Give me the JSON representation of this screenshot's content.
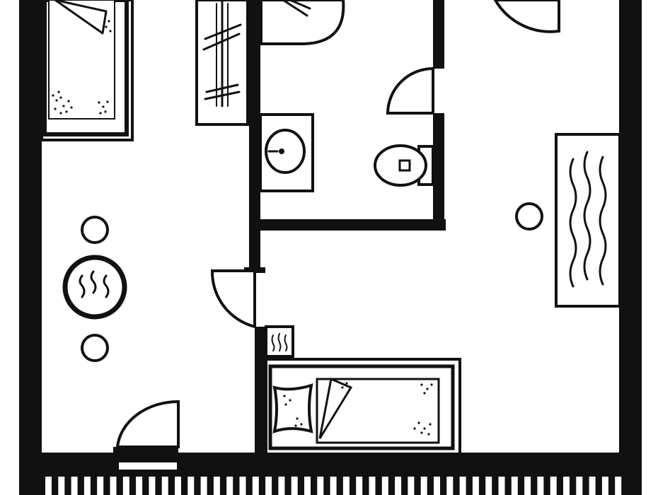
{
  "plan": {
    "colors": {
      "ink": "#111111",
      "paper": "#ffffff"
    },
    "rooms": [
      "bedroom",
      "bathroom",
      "wc",
      "entrance"
    ],
    "furniture": [
      "bed",
      "bed",
      "wardrobe",
      "shower",
      "washbasin",
      "toilet",
      "desk",
      "side-table",
      "side-table",
      "round-table",
      "stool",
      "radiator"
    ],
    "doors": [
      "bathroom-door",
      "wc-door",
      "room-door",
      "balcony-door",
      "closet-door"
    ]
  }
}
